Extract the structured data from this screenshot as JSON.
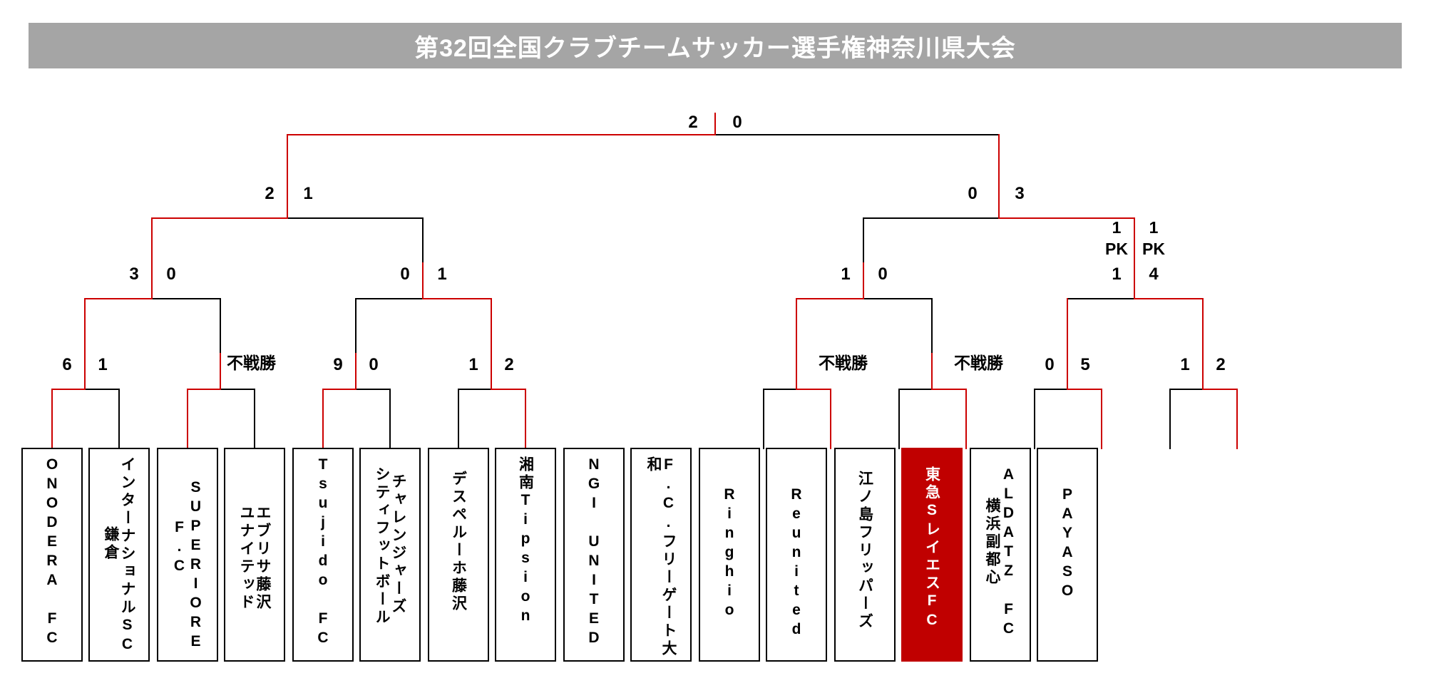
{
  "header": {
    "title": "第32回全国クラブチームサッカー選手権神奈川県大会",
    "bar_color": "#a5a5a5",
    "title_color": "#ffffff"
  },
  "legend": {
    "winner_line_color": "#cc0000",
    "loser_line_color": "#000000",
    "champion_box_color": "#c00000",
    "bye_label": "不戦勝",
    "pk_label": "PK"
  },
  "chart_data": {
    "type": "bracket",
    "title": "第32回全国クラブチームサッカー選手権神奈川県大会",
    "rounds": 4,
    "teams": [
      {
        "index": 0,
        "name": "ONODERA FC",
        "columns": [
          "ONODERA FC"
        ],
        "champion": false
      },
      {
        "index": 1,
        "name": "インターナショナルSC鎌倉",
        "columns": [
          "インターナショナルSC",
          "鎌倉"
        ],
        "champion": false
      },
      {
        "index": 2,
        "name": "SUPERIORE F.C",
        "columns": [
          "SUPERIORE",
          "F.C"
        ],
        "champion": false
      },
      {
        "index": 3,
        "name": "エブリサ藤沢ユナイテッド",
        "columns": [
          "エブリサ藤沢",
          "ユナイテッド"
        ],
        "champion": false
      },
      {
        "index": 4,
        "name": "Tsujido FC",
        "columns": [
          "Tsujido FC"
        ],
        "champion": false
      },
      {
        "index": 5,
        "name": "チャレンジャーズシティフットボール",
        "columns": [
          "チャレンジャーズ",
          "シティフットボール"
        ],
        "champion": false
      },
      {
        "index": 6,
        "name": "デスペルーホ藤沢",
        "columns": [
          "デスペルーホ藤沢"
        ],
        "champion": false
      },
      {
        "index": 7,
        "name": "湘南Tipsion",
        "columns": [
          "湘南Tipsion"
        ],
        "champion": false
      },
      {
        "index": 8,
        "name": "NGI UNITED",
        "columns": [
          "NGI UNITED"
        ],
        "champion": false
      },
      {
        "index": 9,
        "name": "F.C.フリーゲート大和",
        "columns": [
          "F.C.フリーゲート大和"
        ],
        "champion": false
      },
      {
        "index": 10,
        "name": "Ringhio",
        "columns": [
          "Ringhio"
        ],
        "champion": false
      },
      {
        "index": 11,
        "name": "Reunited",
        "columns": [
          "Reunited"
        ],
        "champion": false
      },
      {
        "index": 12,
        "name": "江ノ島フリッパーズ",
        "columns": [
          "江ノ島フリッパーズ"
        ],
        "champion": false
      },
      {
        "index": 13,
        "name": "東急SレイエスFC",
        "columns": [
          "東急SレイエスFC"
        ],
        "champion": true
      },
      {
        "index": 14,
        "name": "ALDATZ FC 横浜副都心",
        "columns": [
          "ALDATZ FC",
          "横浜副都心"
        ],
        "champion": false
      },
      {
        "index": 15,
        "name": "PAYASO",
        "columns": [
          "PAYASO"
        ],
        "champion": false
      }
    ],
    "matches": {
      "round1": [
        {
          "id": "r1m1",
          "left_score": "6",
          "right_score": "1",
          "winner": "left"
        },
        {
          "id": "r1m2",
          "left_score": "",
          "right_score": "不戦勝",
          "winner": "left"
        },
        {
          "id": "r1m3",
          "left_score": "9",
          "right_score": "0",
          "winner": "left"
        },
        {
          "id": "r1m4",
          "left_score": "1",
          "right_score": "2",
          "winner": "right"
        },
        {
          "id": "r1m5",
          "left_score": "",
          "right_score": "不戦勝",
          "winner": "right"
        },
        {
          "id": "r1m6",
          "left_score": "",
          "right_score": "不戦勝",
          "winner": "right"
        },
        {
          "id": "r1m7",
          "left_score": "0",
          "right_score": "5",
          "winner": "right"
        },
        {
          "id": "r1m8",
          "left_score": "1",
          "right_score": "2",
          "winner": "right"
        }
      ],
      "round2": [
        {
          "id": "r2m1",
          "left_score": "3",
          "right_score": "0",
          "winner": "left"
        },
        {
          "id": "r2m2",
          "left_score": "0",
          "right_score": "1",
          "winner": "right"
        },
        {
          "id": "r2m3",
          "left_score": "1",
          "right_score": "0",
          "winner": "left"
        },
        {
          "id": "r2m4",
          "left_score": "1",
          "right_score": "4",
          "winner": "right",
          "left_pk": {
            "regulation": "1",
            "label": "PK",
            "pk": "1"
          },
          "right_pk": {
            "regulation": "1",
            "label": "PK",
            "pk": "4"
          }
        }
      ],
      "round3": [
        {
          "id": "r3m1",
          "left_score": "2",
          "right_score": "1",
          "winner": "left"
        },
        {
          "id": "r3m2",
          "left_score": "0",
          "right_score": "3",
          "winner": "right"
        }
      ],
      "final": [
        {
          "id": "r4m1",
          "left_score": "2",
          "right_score": "0",
          "winner": "left"
        }
      ]
    }
  }
}
